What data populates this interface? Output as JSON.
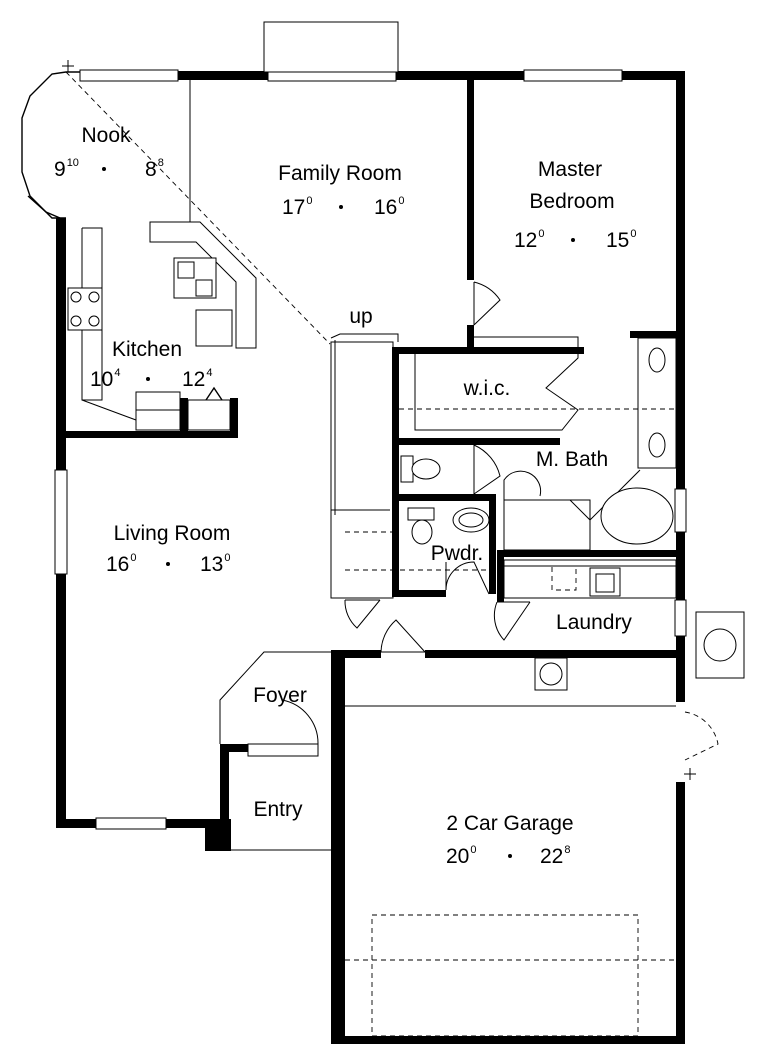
{
  "rooms": {
    "nook": {
      "name": "Nook",
      "w_ft": "9",
      "w_in": "10",
      "d_ft": "8",
      "d_in": "8"
    },
    "family": {
      "name": "Family Room",
      "w_ft": "17",
      "w_in": "0",
      "d_ft": "16",
      "d_in": "0"
    },
    "master_l1": "Master",
    "master_l2": "Bedroom",
    "master": {
      "w_ft": "12",
      "w_in": "0",
      "d_ft": "15",
      "d_in": "0"
    },
    "kitchen": {
      "name": "Kitchen",
      "w_ft": "10",
      "w_in": "4",
      "d_ft": "12",
      "d_in": "4"
    },
    "living": {
      "name": "Living Room",
      "w_ft": "16",
      "w_in": "0",
      "d_ft": "13",
      "d_in": "0"
    },
    "garage": {
      "name": "2 Car Garage",
      "w_ft": "20",
      "w_in": "0",
      "d_ft": "22",
      "d_in": "8"
    },
    "wic": "w.i.c.",
    "mbath": "M. Bath",
    "powder": "Pwdr.",
    "laundry": "Laundry",
    "foyer": "Foyer",
    "entry": "Entry",
    "stairs": "up"
  }
}
